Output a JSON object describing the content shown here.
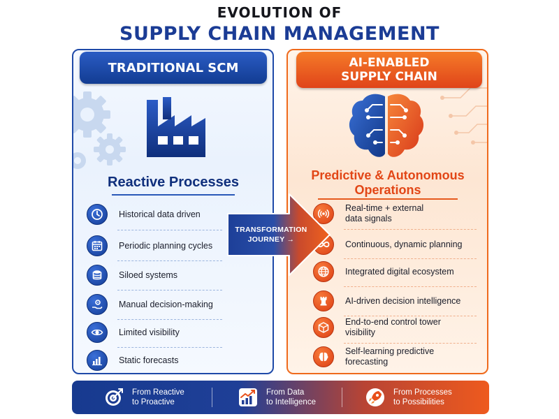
{
  "title": {
    "line1": "EVOLUTION OF",
    "line2": "SUPPLY CHAIN MANAGEMENT"
  },
  "left": {
    "banner": "TRADITIONAL SCM",
    "subtitle": "Reactive Processes",
    "items": [
      {
        "icon": "clock-icon",
        "label": "Historical data driven"
      },
      {
        "icon": "calendar-icon",
        "label": "Periodic planning cycles"
      },
      {
        "icon": "database-icon",
        "label": "Siloed systems"
      },
      {
        "icon": "hand-gear-icon",
        "label": "Manual decision-making"
      },
      {
        "icon": "eye-icon",
        "label": "Limited visibility"
      },
      {
        "icon": "bar-chart-icon",
        "label": "Static forecasts"
      }
    ]
  },
  "right": {
    "banner_line1": "AI-ENABLED",
    "banner_line2": "SUPPLY CHAIN",
    "subtitle_line1": "Predictive & Autonomous",
    "subtitle_line2": "Operations",
    "items": [
      {
        "icon": "signal-icon",
        "line1": "Real-time + external",
        "line2": "data signals"
      },
      {
        "icon": "infinity-icon",
        "line1": "Continuous, dynamic planning",
        "line2": ""
      },
      {
        "icon": "globe-icon",
        "line1": "Integrated digital ecosystem",
        "line2": ""
      },
      {
        "icon": "chess-rook-icon",
        "line1": "AI-driven decision intelligence",
        "line2": ""
      },
      {
        "icon": "cube-network-icon",
        "line1": "End-to-end control tower",
        "line2": "visibility"
      },
      {
        "icon": "ai-brain-icon",
        "line1": "Self-learning predictive",
        "line2": "forecasting"
      }
    ]
  },
  "arrow": {
    "line1": "TRANSFORMATION",
    "line2": "JOURNEY →"
  },
  "footer": [
    {
      "icon": "target-icon",
      "line1": "From Reactive",
      "line2": "to Proactive"
    },
    {
      "icon": "growth-chart-icon",
      "line1": "From Data",
      "line2": "to Intelligence"
    },
    {
      "icon": "rocket-icon",
      "line1": "From Processes",
      "line2": "to Possibilities"
    }
  ],
  "colors": {
    "traditional_blue": "#1b3c95",
    "ai_orange": "#e8501b",
    "title_dark": "#15161c"
  }
}
